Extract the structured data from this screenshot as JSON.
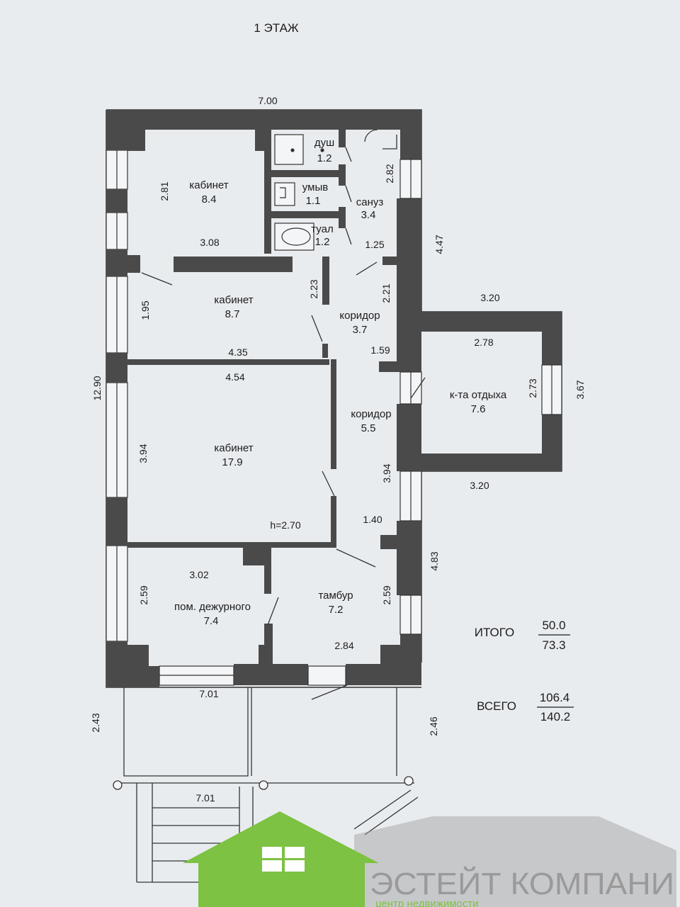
{
  "title": "1 ЭТАЖ",
  "rooms": {
    "office1": {
      "name": "кабинет",
      "area": "8.4"
    },
    "shower": {
      "name": "душ",
      "area": "1.2"
    },
    "washbasin": {
      "name": "умыв",
      "area": "1.1"
    },
    "toilet": {
      "name": "туал",
      "area": "1.2"
    },
    "bathroom": {
      "name": "сануз",
      "area": "3.4"
    },
    "office2": {
      "name": "кабинет",
      "area": "8.7"
    },
    "corridor1": {
      "name": "коридор",
      "area": "3.7"
    },
    "office3": {
      "name": "кабинет",
      "area": "17.9"
    },
    "corridor2": {
      "name": "коридор",
      "area": "5.5"
    },
    "lounge": {
      "name": "к-та отдыха",
      "area": "7.6"
    },
    "duty": {
      "name": "пом. дежурного",
      "area": "7.4"
    },
    "vestibule": {
      "name": "тамбур",
      "area": "7.2"
    }
  },
  "dims": {
    "top_width": "7.00",
    "d281": "2.81",
    "d308": "3.08",
    "d282": "2.82",
    "d447": "4.47",
    "d125": "1.25",
    "d223": "2.23",
    "d221": "2.21",
    "d195": "1.95",
    "d320a": "3.20",
    "d278": "2.78",
    "d159": "1.59",
    "d435": "4.35",
    "d454": "4.54",
    "d1290": "12.90",
    "d273": "2.73",
    "d367": "3.67",
    "d394a": "3.94",
    "d394b": "3.94",
    "d320b": "3.20",
    "height": "h=2.70",
    "d140": "1.40",
    "d483": "4.83",
    "d302": "3.02",
    "d259a": "2.59",
    "d259b": "2.59",
    "d284": "2.84",
    "d701a": "7.01",
    "d243": "2.43",
    "d246": "2.46",
    "d701b": "7.01"
  },
  "totals": {
    "itogo_label": "ИТОГО",
    "itogo_top": "50.0",
    "itogo_bottom": "73.3",
    "vsego_label": "ВСЕГО",
    "vsego_top": "106.4",
    "vsego_bottom": "140.2"
  },
  "watermark": {
    "name": "ЭСТЕЙТ КОМПАНИ",
    "tagline": "центр недвижимости",
    "green": "#7dc242",
    "grey": "#9e9e9e"
  },
  "colors": {
    "wall": "#4a4a4a",
    "paper": "#e9ecef",
    "line": "#333333"
  }
}
